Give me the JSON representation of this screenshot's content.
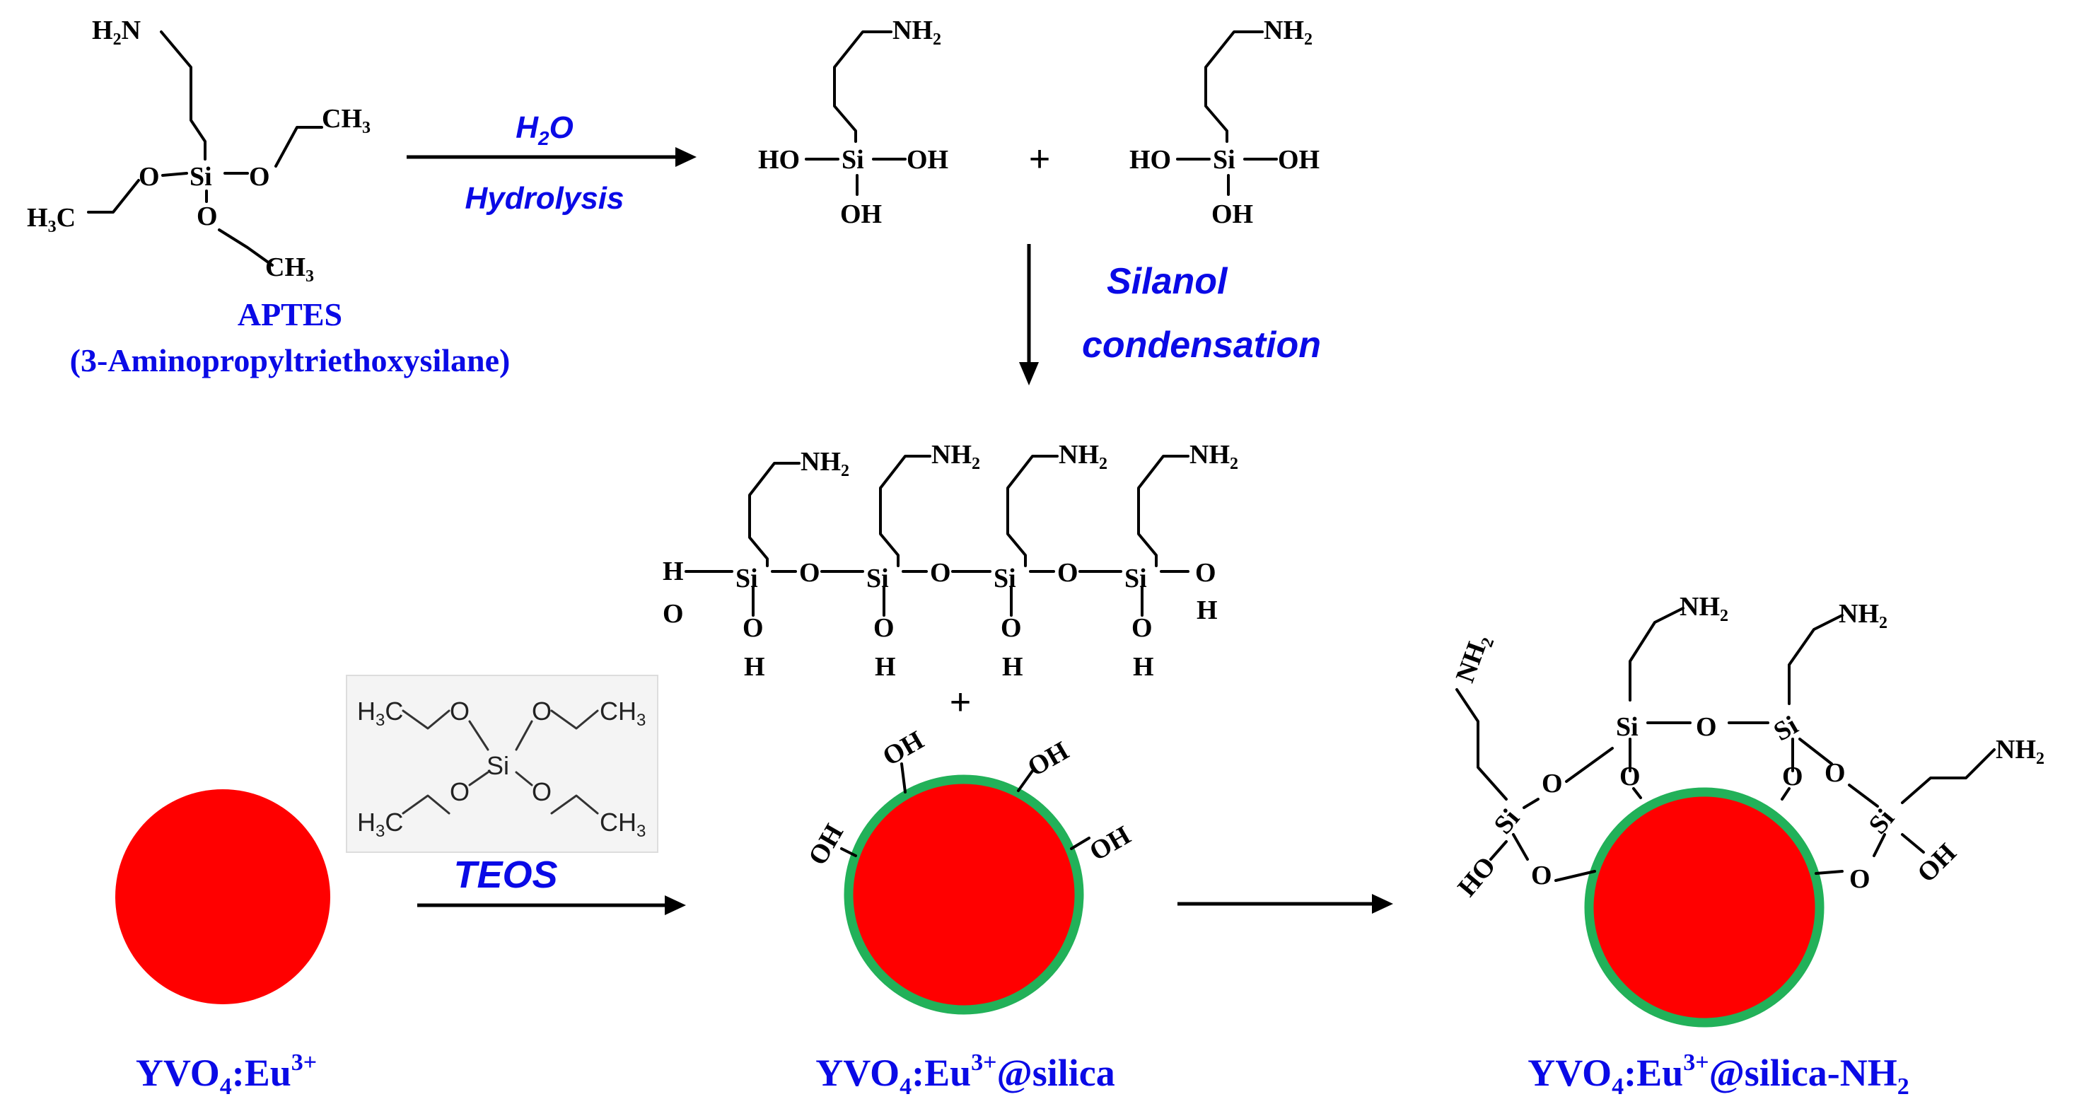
{
  "aptes": {
    "name": "APTES",
    "full_name": "(3-Aminopropyltriethoxysilane)"
  },
  "step1": {
    "reagent": "H",
    "reagent_sub": "2",
    "reagent_tail": "O",
    "label": "Hydrolysis"
  },
  "step2": {
    "line1": "Silanol",
    "line2": "condensation"
  },
  "teos": {
    "label": "TEOS"
  },
  "plus": "+",
  "atoms": {
    "si": "Si",
    "o": "O",
    "h": "H",
    "oh": "OH",
    "ho": "HO",
    "nh": "NH",
    "ch": "CH",
    "two": "2",
    "three": "3"
  },
  "products": {
    "core": {
      "main": "YVO",
      "sub": "4",
      "mid": ":Eu",
      "sup": "3+",
      "tail": ""
    },
    "silica": {
      "main": "YVO",
      "sub": "4",
      "mid": ":Eu",
      "sup": "3+",
      "tail": "@silica"
    },
    "amine": {
      "main": "YVO",
      "sub": "4",
      "mid": ":Eu",
      "sup": "3+",
      "tail": "@silica-NH",
      "tail_sub": "2"
    }
  },
  "colors": {
    "core": "#ff0000",
    "shell": "#22b159",
    "label": "#0a0ae6"
  }
}
